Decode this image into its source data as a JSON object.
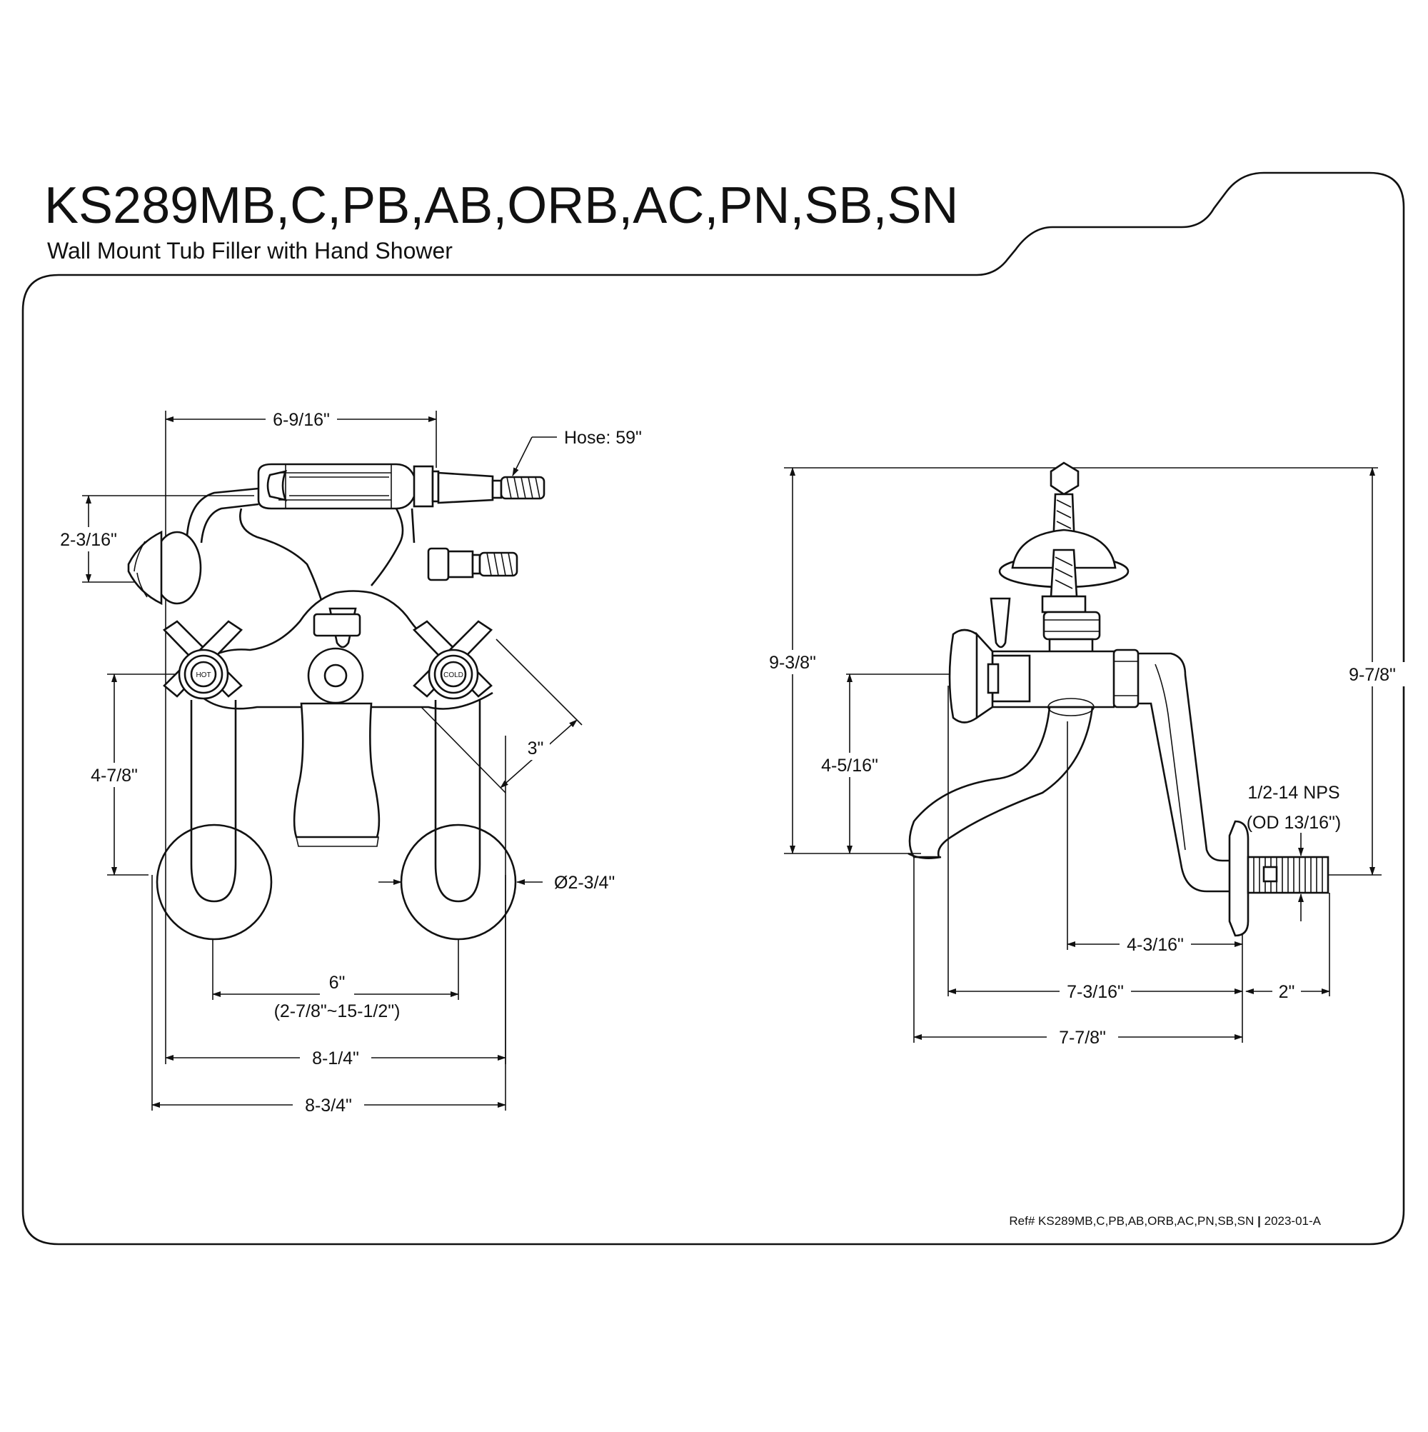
{
  "header": {
    "title": "KS289MB,C,PB,AB,ORB,AC,PN,SB,SN",
    "subtitle": "Wall Mount Tub Filler with Hand Shower"
  },
  "front_view": {
    "dimensions": {
      "top_width": "6-9/16\"",
      "hose": "Hose: 59\"",
      "shower_head": "2-3/16\"",
      "height": "4-7/8\"",
      "handle": "3\"",
      "flange_diameter": "Ø2-3/4\"",
      "center": "6\"",
      "center_range": "(2-7/8\"~15-1/2\")",
      "inner_width": "8-1/4\"",
      "outer_width": "8-3/4\""
    },
    "labels": {
      "hot": "HOT",
      "cold": "COLD"
    }
  },
  "side_view": {
    "dimensions": {
      "overall_height": "9-3/8\"",
      "spout_height": "4-5/16\"",
      "total_height": "9-7/8\"",
      "thread": "1/2-14 NPS",
      "thread_od": "(OD 13/16\")",
      "spout_to_wall": "4-3/16\"",
      "depth": "7-3/16\"",
      "pipe_length": "2\"",
      "overall_depth": "7-7/8\""
    }
  },
  "footer": {
    "ref": "Ref# KS289MB,C,PB,AB,ORB,AC,PN,SB,SN",
    "separator": "|",
    "date": "2023-01-A"
  }
}
